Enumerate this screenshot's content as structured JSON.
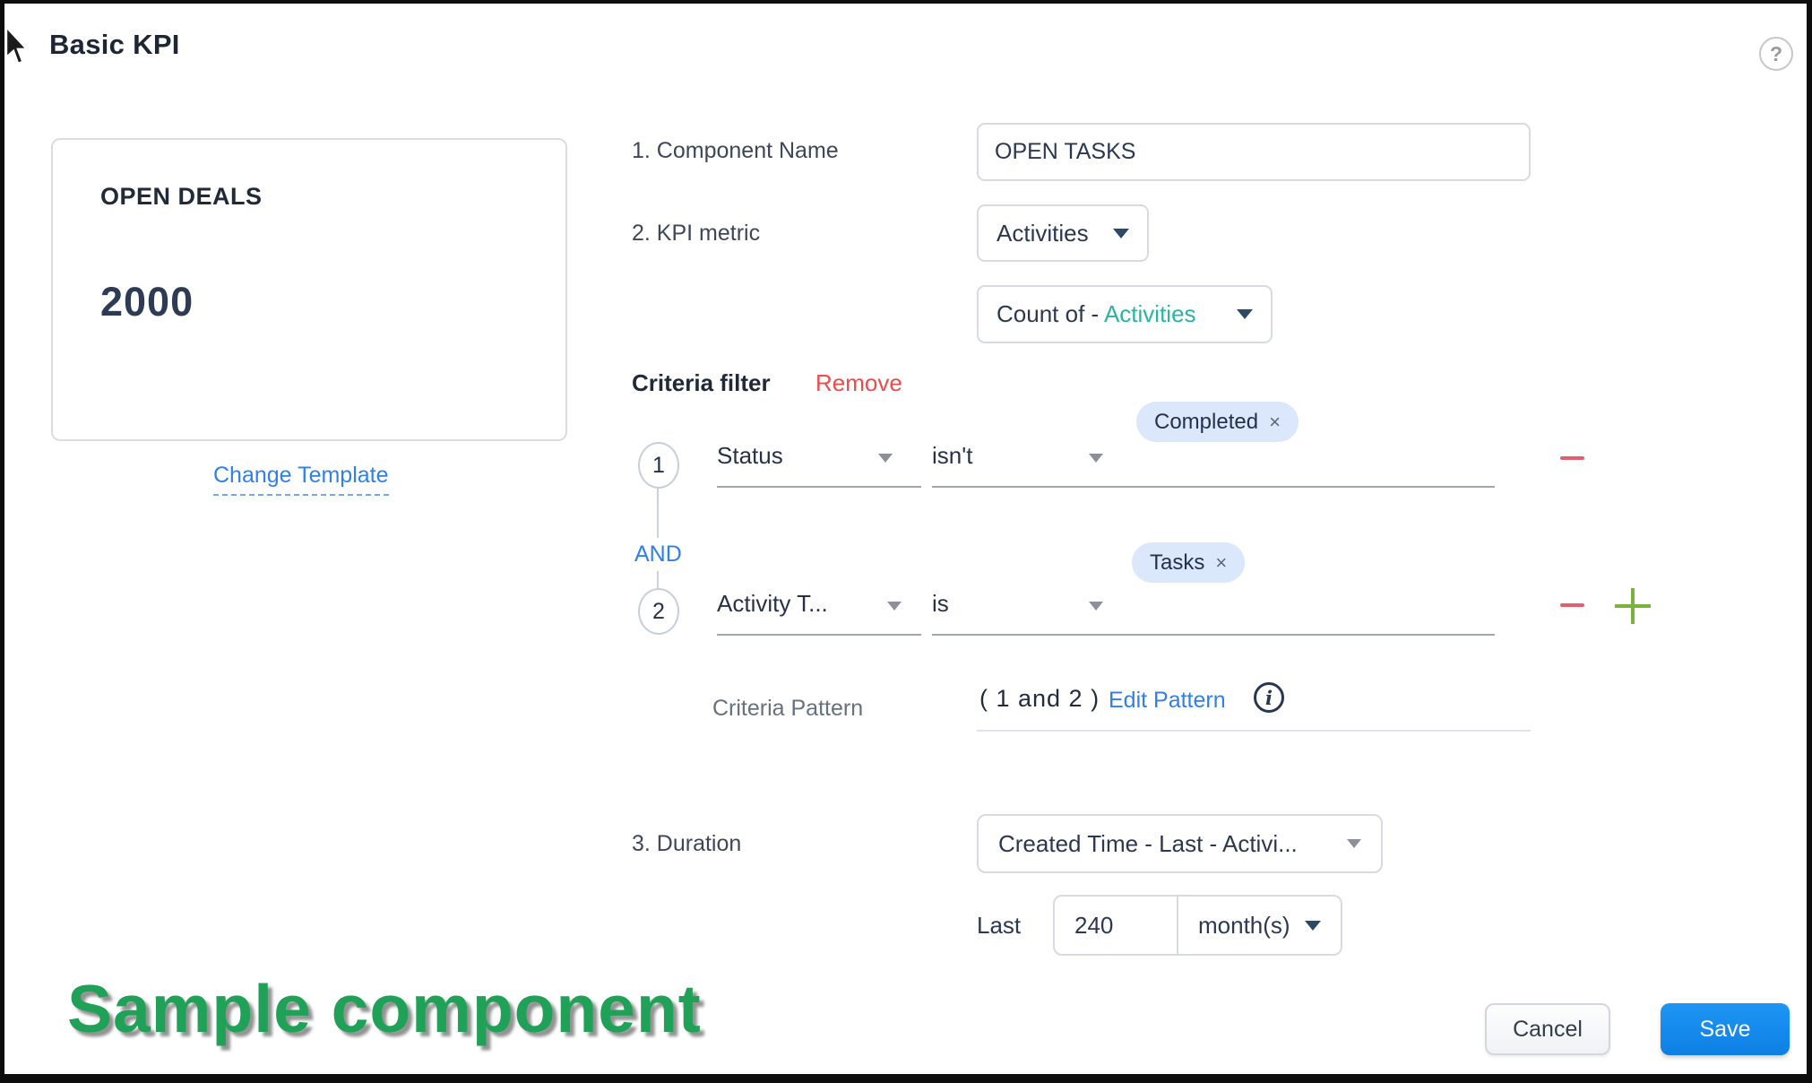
{
  "title": "Basic KPI",
  "help": {
    "glyph": "?"
  },
  "preview": {
    "card_title": "OPEN DEALS",
    "card_value": "2000",
    "change_template_label": "Change Template"
  },
  "component_name": {
    "label": "1. Component Name",
    "value": "OPEN TASKS"
  },
  "kpi_metric": {
    "label": "2. KPI metric",
    "module_selected": "Activities",
    "aggregate_prefix": "Count of - ",
    "aggregate_selected": "Activities"
  },
  "criteria": {
    "heading": "Criteria filter",
    "remove_label": "Remove",
    "join_operator": "AND",
    "rows": [
      {
        "index": "1",
        "field": "Status",
        "condition": "isn't",
        "value_tag": "Completed",
        "tag_close": "×"
      },
      {
        "index": "2",
        "field": "Activity T...",
        "condition": "is",
        "value_tag": "Tasks",
        "tag_close": "×"
      }
    ],
    "pattern_label": "Criteria Pattern",
    "pattern_value": "( 1 and 2 )",
    "edit_pattern_label": "Edit Pattern",
    "info_glyph": "i"
  },
  "duration": {
    "label": "3. Duration",
    "selected": "Created Time - Last - Activi...",
    "last_label": "Last",
    "last_value": "240",
    "unit_selected": "month(s)"
  },
  "annotation": "Sample component",
  "actions": {
    "cancel": "Cancel",
    "save": "Save"
  },
  "colors": {
    "accent_blue": "#2f80ed",
    "save_blue": "#1189ee",
    "teal": "#2ab4a4",
    "remove_red": "#ee4b4b",
    "minus_red": "#e2606b",
    "plus_green": "#79b33e",
    "annotation_green": "#1fa257",
    "tag_bg": "#dbe8fb"
  }
}
